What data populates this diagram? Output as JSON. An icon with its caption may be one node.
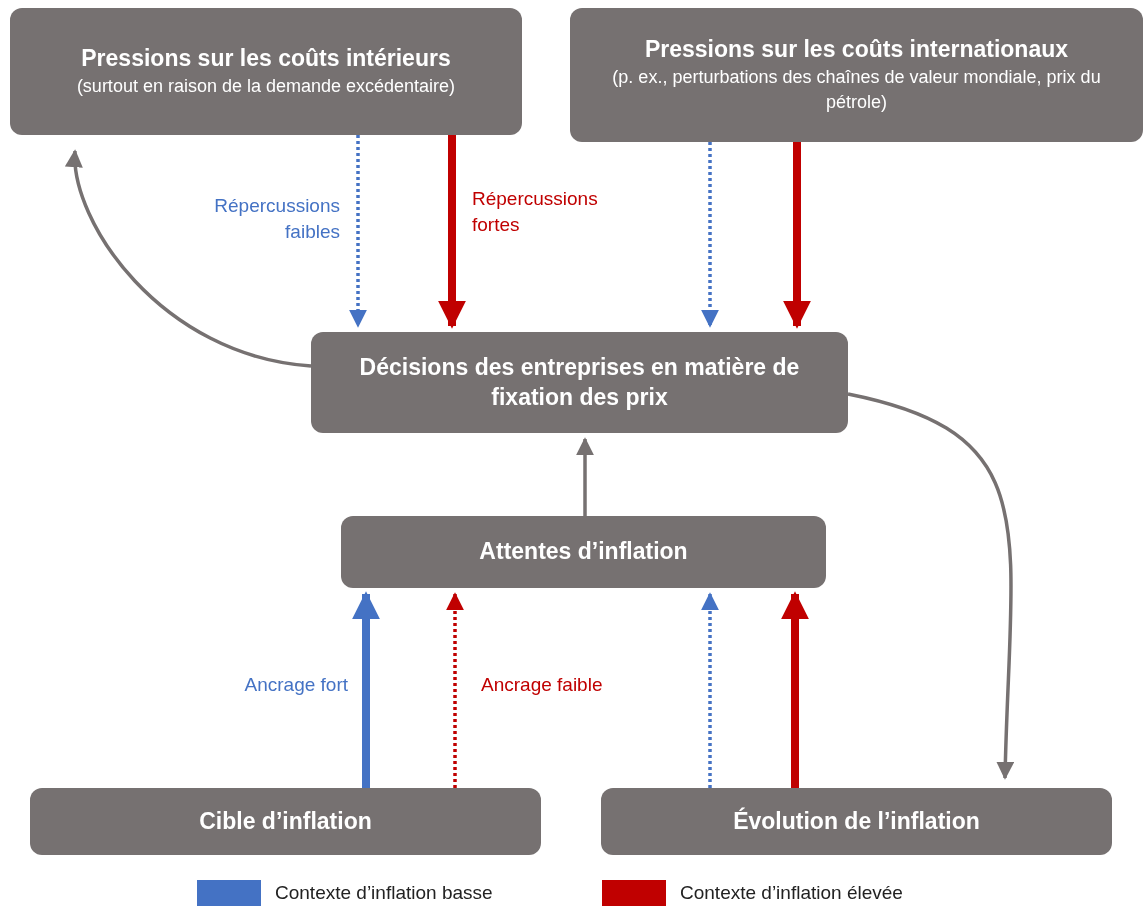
{
  "diagram": {
    "nodes": [
      {
        "text": [
          "Pressions sur les coûts intérieurs",
          "(surtout en raison de la demande excédentaire)"
        ]
      },
      {
        "text": [
          "Pressions sur les coûts internationaux",
          "(p. ex., perturbations des chaînes de valeur mondiale, prix du pétrole)"
        ]
      },
      {
        "text": [
          "Décisions des entreprises en matière de fixation des prix"
        ]
      },
      {
        "text": [
          "Attentes d’inflation"
        ]
      },
      {
        "text": [
          "Cible d’inflation"
        ]
      },
      {
        "text": [
          "Évolution de l’inflation"
        ]
      }
    ],
    "edges": [
      {
        "from": 0,
        "to": 2,
        "arrow": "to",
        "label": "Répercussions faibles",
        "style": "dashed",
        "color": "#4472c4"
      },
      {
        "from": 0,
        "to": 2,
        "arrow": "to",
        "label": "Répercussions fortes",
        "style": "thick",
        "color": "#c00000"
      },
      {
        "from": 1,
        "to": 2,
        "arrow": "to",
        "style": "dashed",
        "color": "#4472c4"
      },
      {
        "from": 1,
        "to": 2,
        "arrow": "to",
        "style": "thick",
        "color": "#c00000"
      },
      {
        "from": 2,
        "to": 0,
        "arrow": "to"
      },
      {
        "from": 2,
        "to": 5,
        "arrow": "to"
      },
      {
        "from": 3,
        "to": 2,
        "arrow": "to"
      },
      {
        "from": 4,
        "to": 3,
        "arrow": "to",
        "label": "Ancrage fort",
        "style": "thick",
        "color": "#4472c4"
      },
      {
        "from": 4,
        "to": 3,
        "arrow": "to",
        "label": "Ancrage faible",
        "style": "dashed",
        "color": "#c00000"
      },
      {
        "from": 5,
        "to": 3,
        "arrow": "to",
        "style": "dashed",
        "color": "#4472c4"
      },
      {
        "from": 5,
        "to": 3,
        "arrow": "to",
        "style": "thick",
        "color": "#c00000"
      }
    ],
    "legend": [
      {
        "text": "Contexte d’inflation basse",
        "color": "#4472c4"
      },
      {
        "text": "Contexte d’inflation élevée",
        "color": "#c00000"
      }
    ]
  }
}
